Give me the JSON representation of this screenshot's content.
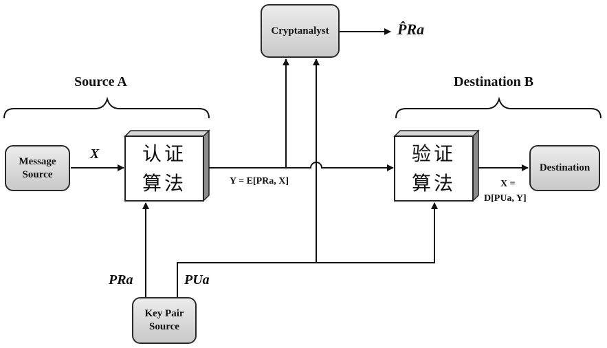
{
  "sections": {
    "source": "Source A",
    "destination": "Destination B"
  },
  "nodes": {
    "message_source": "Message\nSource",
    "sign_algorithm": {
      "line1": "认证",
      "line2": "算法"
    },
    "verify_algorithm": {
      "line1": "验证",
      "line2": "算法"
    },
    "destination": "Destination",
    "cryptanalyst": "Cryptanalyst",
    "key_pair_source": "Key Pair\nSource"
  },
  "labels": {
    "x_input": "X",
    "y_output": "Y = E[PRa, X]",
    "x_output_line1": "X =",
    "x_output_line2": "D[PUa, Y]",
    "private_key": "PRa",
    "public_key": "PUa",
    "estimate": "P̂Ra"
  }
}
